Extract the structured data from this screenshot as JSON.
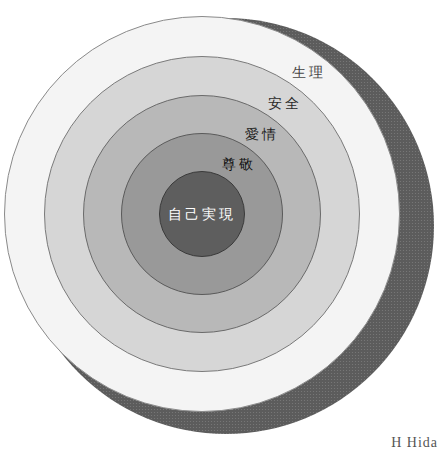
{
  "diagram": {
    "nodes": [
      {
        "text": [
          "生理"
        ]
      },
      {
        "text": [
          "安全"
        ],
        "in": 0
      },
      {
        "text": [
          "愛情"
        ],
        "in": 1
      },
      {
        "text": [
          "尊敬"
        ],
        "in": 2
      },
      {
        "text": [
          "自己実現"
        ],
        "in": 3
      }
    ],
    "labels": [
      "H Hida"
    ]
  }
}
